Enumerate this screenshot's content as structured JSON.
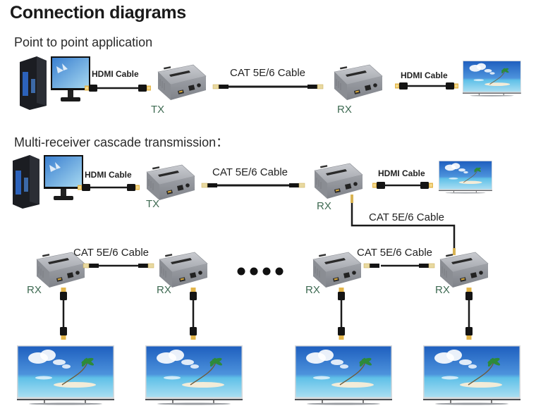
{
  "title": "Connection diagrams",
  "sections": {
    "point_to_point": {
      "heading": "Point to point application",
      "hdmi_in_label": "HDMI Cable",
      "cat_label": "CAT 5E/6 Cable",
      "hdmi_out_label": "HDMI Cable",
      "tx_label": "TX",
      "rx_label": "RX"
    },
    "cascade": {
      "heading": "Multi-receiver cascade transmission：",
      "hdmi_in_label": "HDMI Cable",
      "cat_label": "CAT 5E/6 Cable",
      "hdmi_out_label": "HDMI Cable",
      "tx_label": "TX",
      "rx_label": "RX",
      "cascade_cat_label": "CAT 5E/6 Cable",
      "left_chain_cat_label": "CAT 5E/6 Cable",
      "right_chain_cat_label": "CAT 5E/6 Cable",
      "receivers": [
        {
          "label": "RX"
        },
        {
          "label": "RX"
        },
        {
          "label": "RX"
        },
        {
          "label": "RX"
        }
      ],
      "ellipsis_dots": 4
    }
  },
  "icons": {
    "computer": "pc-tower-and-monitor-icon",
    "extender": "hdmi-extender-box-icon",
    "tv": "tv-display-icon",
    "hdmi_plug": "hdmi-connector-icon",
    "rj45_plug": "rj45-connector-icon"
  },
  "colors": {
    "unit_label": "#3e6a52",
    "cable": "#1a1a1a",
    "device_body": "#a9abb0",
    "plug_gold": "#e3b54a",
    "screen_sky": "#2e6fc7",
    "screen_sea": "#8fd0ec"
  }
}
